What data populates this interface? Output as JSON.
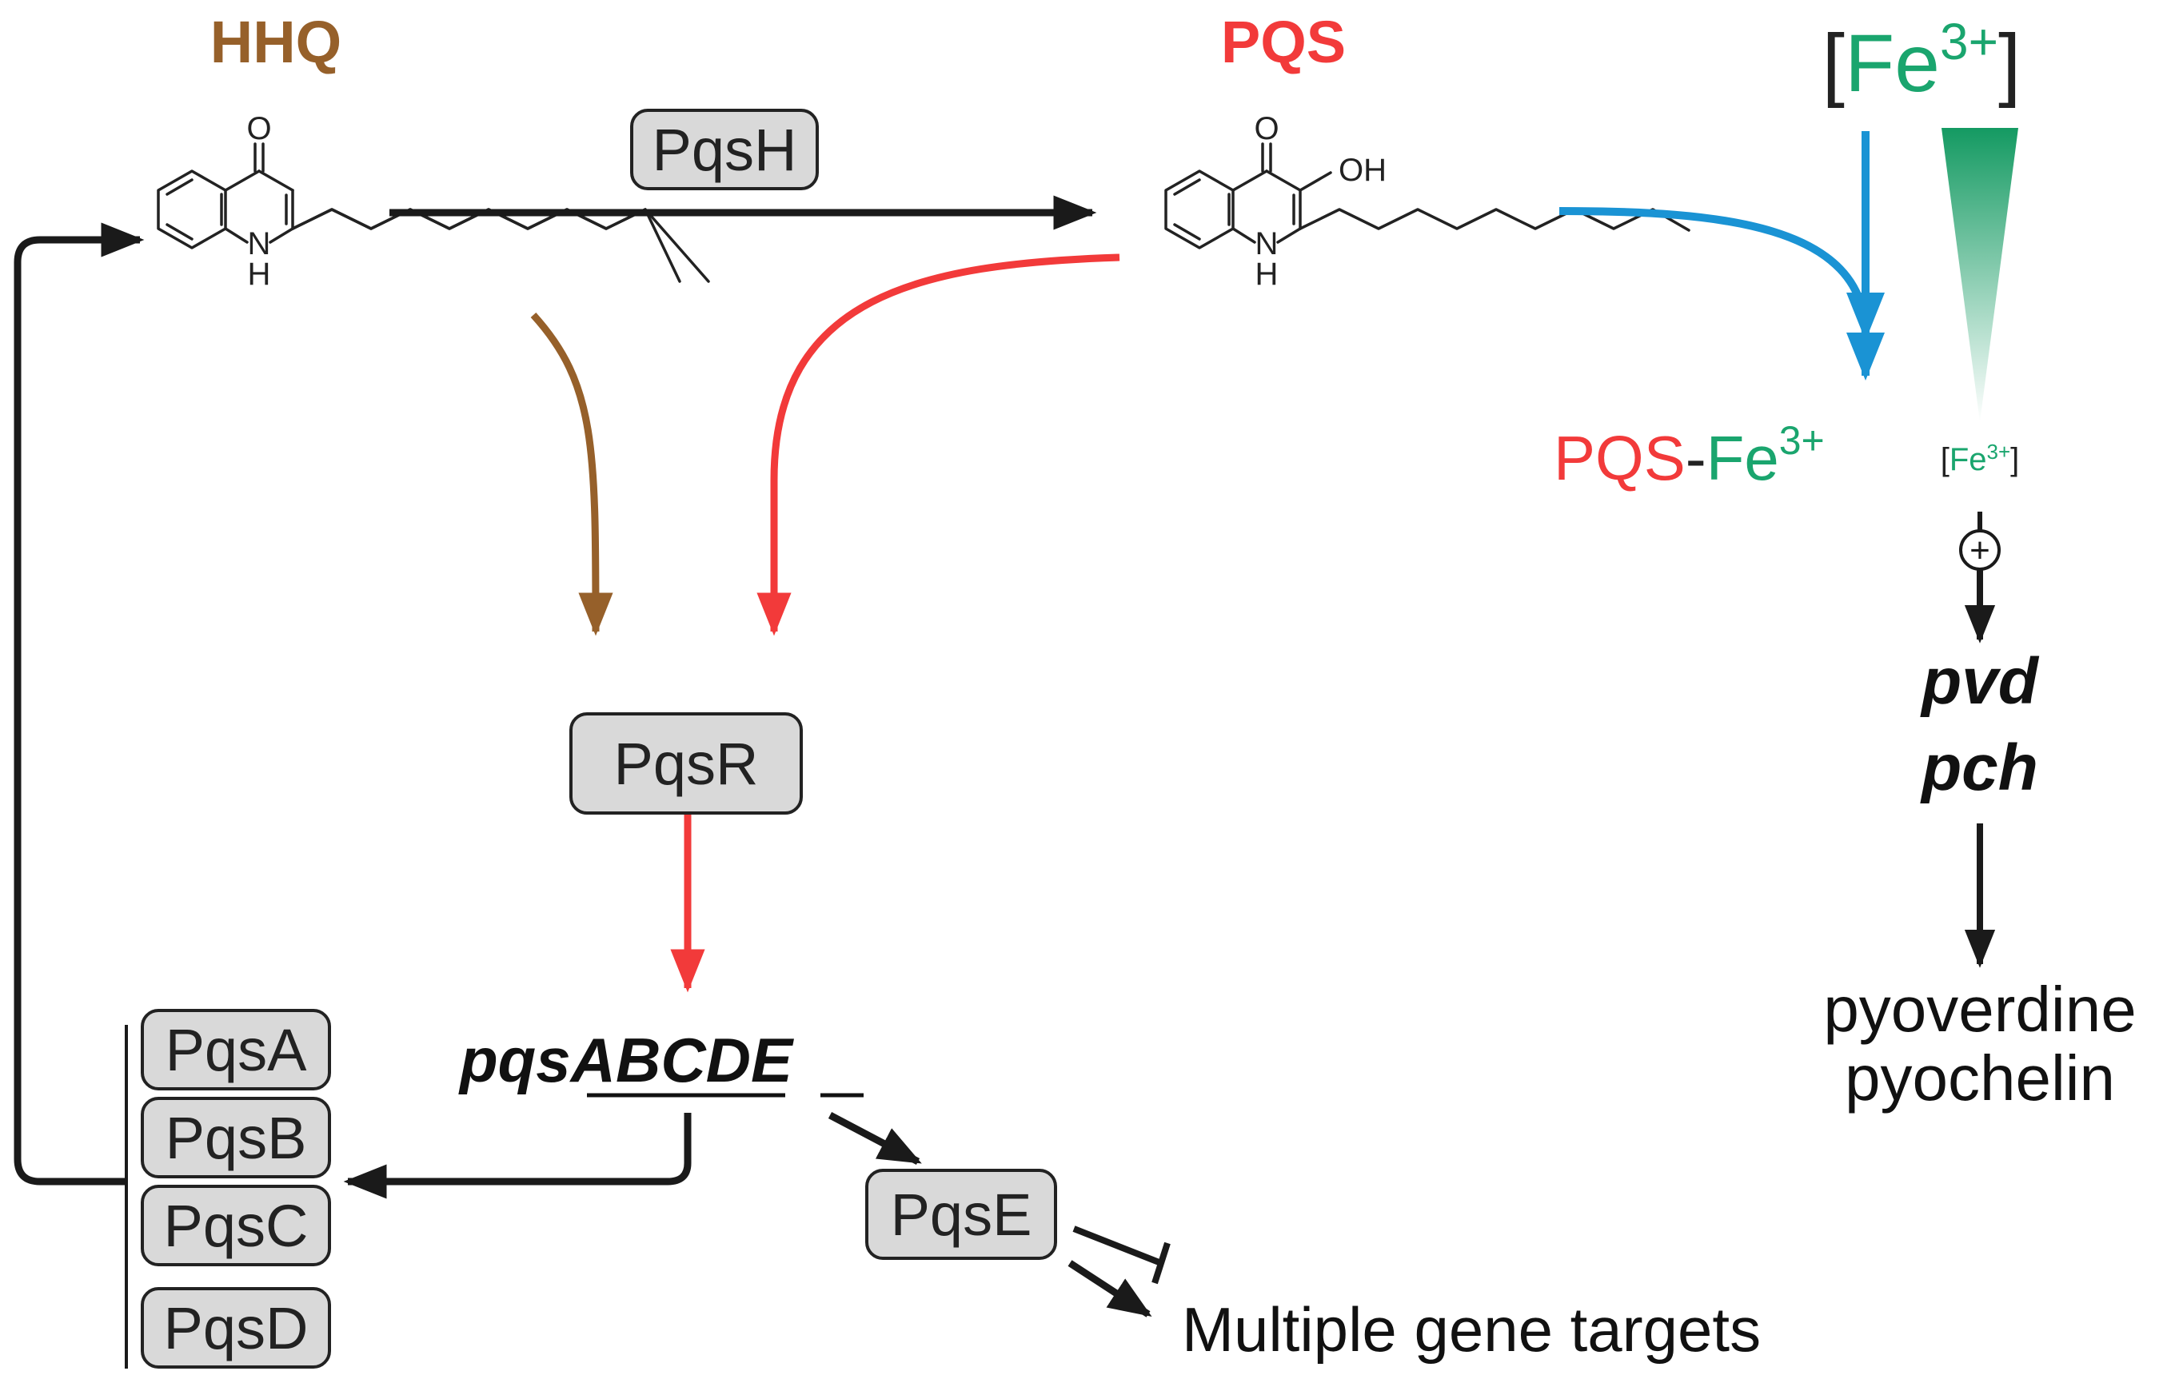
{
  "molecules": {
    "hhq": {
      "name": "HHQ",
      "atoms": {
        "o": "O",
        "n": "N",
        "h": "H"
      }
    },
    "pqs": {
      "name": "PQS",
      "atoms": {
        "o": "O",
        "oh": "OH",
        "n": "N",
        "h": "H"
      }
    }
  },
  "iron": {
    "bracket_open": "[",
    "symbol": "Fe",
    "charge": "3+",
    "bracket_close": "]"
  },
  "complex": {
    "left": "PQS",
    "dash": "-",
    "right": "Fe",
    "charge": "3+"
  },
  "small_iron": {
    "open": "[",
    "symbol": "Fe",
    "charge": "3+",
    "close": "]"
  },
  "plus_symbol": "+",
  "enzyme": {
    "pqsH": "PqsH"
  },
  "regulator": {
    "pqsR": "PqsR"
  },
  "operon": {
    "prefix": "pqs",
    "underlined": "ABCD",
    "last": "E"
  },
  "enzymes_abcd": [
    "PqsA",
    "PqsB",
    "PqsC",
    "PqsD"
  ],
  "pqsE": "PqsE",
  "targets_label": "Multiple gene targets",
  "genes": {
    "pvd": "pvd",
    "pch": "pch"
  },
  "products": {
    "pyoverdine": "pyoverdine",
    "pyochelin": "pyochelin"
  },
  "colors": {
    "hhq": "#96602a",
    "pqs": "#f23a3a",
    "iron": "#1aa56e",
    "blue_arrow": "#1a93d4",
    "black": "#1a1a1a",
    "box_fill": "#d9d9d9"
  }
}
